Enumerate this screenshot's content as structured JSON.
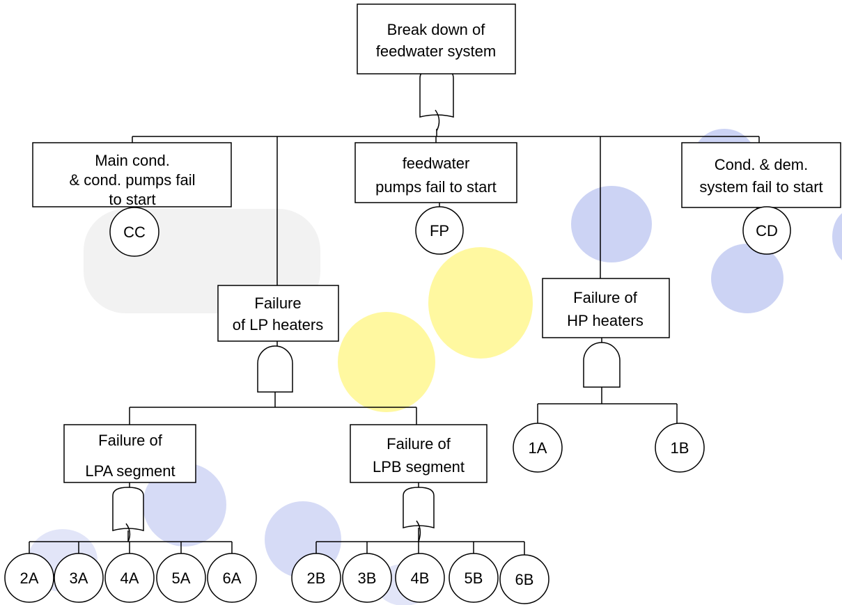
{
  "nodes": {
    "top": {
      "lines": [
        "Break down of",
        "feedwater system"
      ]
    },
    "mc": {
      "lines": [
        "Main cond.",
        "& cond. pumps fail",
        "to start"
      ]
    },
    "fw": {
      "lines": [
        "feedwater",
        "pumps fail to start"
      ]
    },
    "cd": {
      "lines": [
        "Cond. & dem.",
        "system fail to start"
      ]
    },
    "lp": {
      "lines": [
        "Failure",
        "of LP heaters"
      ]
    },
    "hp": {
      "lines": [
        "Failure of",
        "HP heaters"
      ]
    },
    "lpa": {
      "lines": [
        "Failure of",
        "LPA segment"
      ]
    },
    "lpb": {
      "lines": [
        "Failure of",
        "LPB segment"
      ]
    }
  },
  "basic_events": {
    "cc": "CC",
    "fp": "FP",
    "cd": "CD",
    "e1a": "1A",
    "e1b": "1B",
    "e2a": "2A",
    "e3a": "3A",
    "e4a": "4A",
    "e5a": "5A",
    "e6a": "6A",
    "e2b": "2B",
    "e3b": "3B",
    "e4b": "4B",
    "e5b": "5B",
    "e6b": "6B"
  },
  "gates": {
    "g_top": "or-gate",
    "g_lp": "and-gate",
    "g_hp": "and-gate",
    "g_lpa": "or-gate",
    "g_lpb": "or-gate"
  },
  "colors": {
    "line": "#000000",
    "background_blue": "#c7cdf3",
    "background_yellow": "#fff176",
    "background_gray": "#eeeeee"
  }
}
